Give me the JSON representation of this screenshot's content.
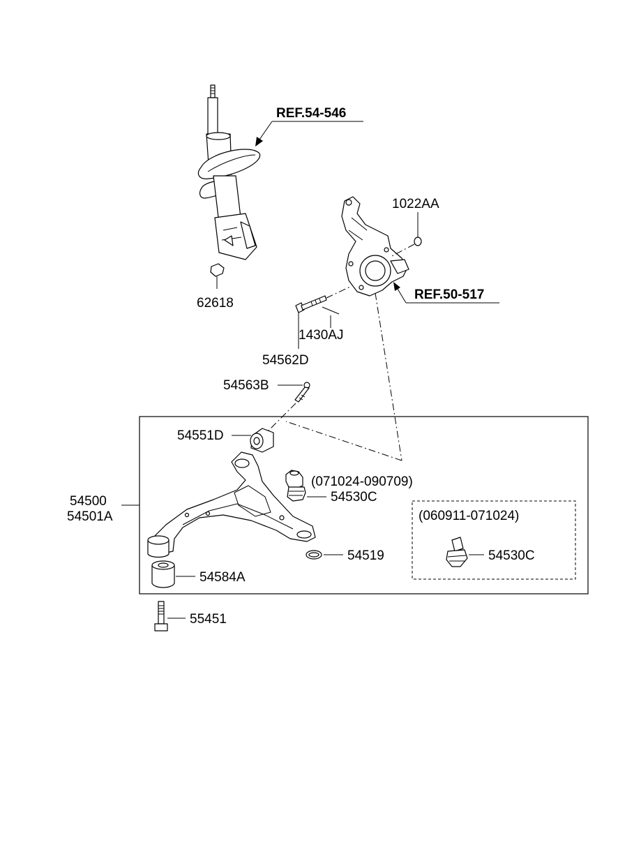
{
  "labels": {
    "ref_strut": "REF.54-546",
    "ref_knuckle": "REF.50-517",
    "p_1022AA": "1022AA",
    "p_62618": "62618",
    "p_1430AJ": "1430AJ",
    "p_54562D": "54562D",
    "p_54563B": "54563B",
    "p_54551D": "54551D",
    "p_54500": "54500",
    "p_54501A": "54501A",
    "date_new": "(071024-090709)",
    "p_54530C_a": "54530C",
    "date_old": "(060911-071024)",
    "p_54530C_b": "54530C",
    "p_54519": "54519",
    "p_54584A": "54584A",
    "p_55451": "55451"
  }
}
